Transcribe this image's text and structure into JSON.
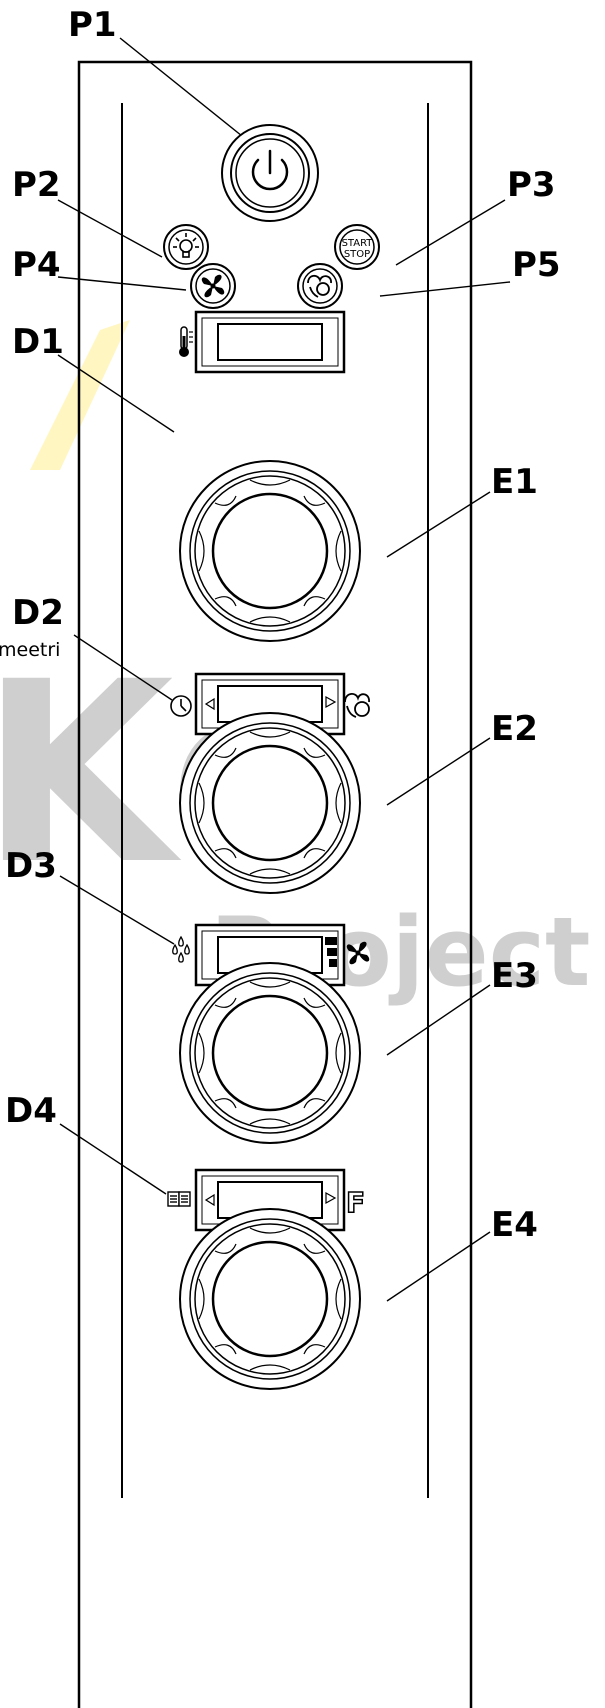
{
  "watermark": {
    "word1": "Ke",
    "word2": "Project"
  },
  "clipped_text": "meetri",
  "labels": {
    "P1": "P1",
    "P2": "P2",
    "P3": "P3",
    "P4": "P4",
    "P5": "P5",
    "D1": "D1",
    "D2": "D2",
    "D3": "D3",
    "D4": "D4",
    "E1": "E1",
    "E2": "E2",
    "E3": "E3",
    "E4": "E4"
  },
  "buttons": {
    "start_stop_line1": "START",
    "start_stop_line2": "STOP"
  },
  "display_letter": "F",
  "icons": {
    "P1": "power-icon",
    "P2": "light-bulb-icon",
    "P3": "start-stop-icon",
    "P4": "fan-icon",
    "P5": "steam-icon",
    "D1": "thermometer-icon",
    "D2": "clock-icon",
    "D3": "humidity-drops-icon",
    "D4": "recipe-book-icon"
  },
  "colors": {
    "line": "#000000",
    "watermark": "#cfcfcf",
    "highlight": "#fff4b0"
  }
}
